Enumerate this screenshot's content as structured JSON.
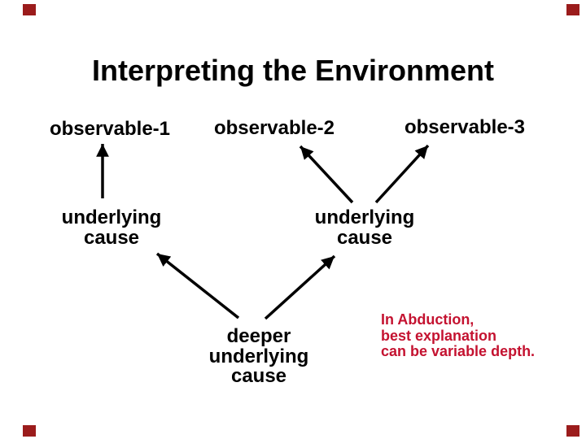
{
  "slide": {
    "title": "Interpreting the Environment",
    "background": "#FFFFFF",
    "text_color": "#000000"
  },
  "diagram": {
    "observables": [
      "observable-1",
      "observable-2",
      "observable-3"
    ],
    "underlying_cause_left": "underlying cause",
    "underlying_cause_right": "underlying cause",
    "deeper_cause": "deeper underlying cause",
    "arrow_color": "#000000",
    "edges": [
      {
        "from": "underlying-cause-left",
        "to": "observable-1"
      },
      {
        "from": "underlying-cause-right",
        "to": "observable-2"
      },
      {
        "from": "underlying-cause-right",
        "to": "observable-3"
      },
      {
        "from": "deeper-underlying-cause",
        "to": "underlying-cause-left"
      },
      {
        "from": "deeper-underlying-cause",
        "to": "underlying-cause-right"
      }
    ]
  },
  "annotation": {
    "line1": "In Abduction,",
    "line2": "best explanation",
    "line3": "can be variable depth.",
    "color": "#C41230"
  },
  "decorations": {
    "corner_marker_color": "#9B1C1C",
    "corner_marker_count": 4
  }
}
